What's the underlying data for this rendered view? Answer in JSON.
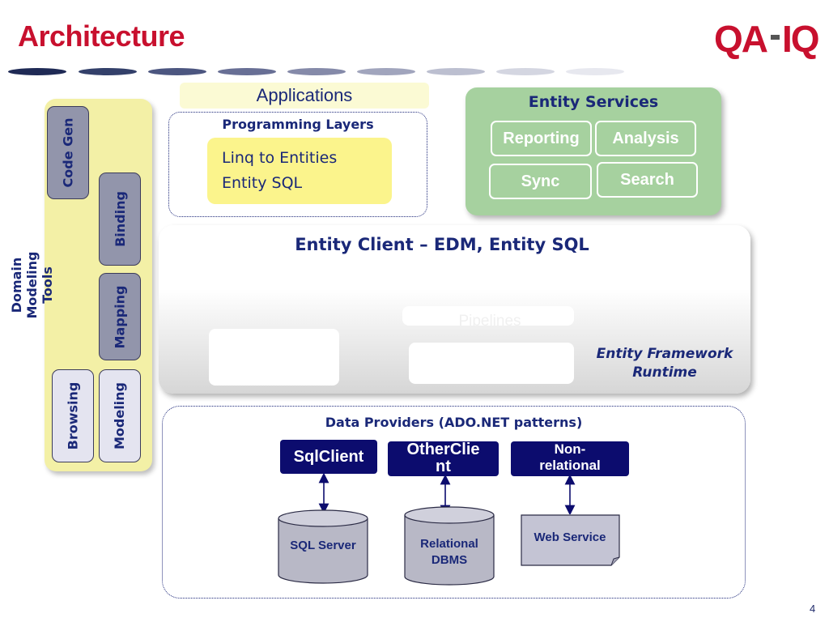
{
  "slide": {
    "title": "Architecture",
    "logo_text": "QA·IQ",
    "page_number": "4"
  },
  "colors": {
    "title_red": "#c8102e",
    "navy_text": "#1a2878",
    "tools_panel": "#f3f0a6",
    "services_green": "#a6d19f",
    "provider_navy": "#0c0c6e"
  },
  "tools": {
    "label_line1": "Domain Modeling",
    "label_line2": "Tools",
    "items": [
      {
        "label": "Code Gen"
      },
      {
        "label": "Binding"
      },
      {
        "label": "Mapping"
      },
      {
        "label": "Browsing"
      },
      {
        "label": "Modeling"
      }
    ]
  },
  "applications": {
    "label": "Applications",
    "programming_layers": {
      "title": "Programming Layers",
      "lines": [
        "Linq to Entities",
        "Entity SQL"
      ]
    }
  },
  "services": {
    "title": "Entity Services",
    "items": [
      {
        "label": "Reporting"
      },
      {
        "label": "Analysis"
      },
      {
        "label": "Sync"
      },
      {
        "label": "Search"
      }
    ]
  },
  "entity_client": {
    "title": "Entity Client – EDM, Entity SQL",
    "pipelines_label": "Pipelines",
    "runtime_line1": "Entity Framework",
    "runtime_line2": "Runtime"
  },
  "data_providers": {
    "title": "Data Providers (ADO.NET patterns)",
    "providers": [
      {
        "label": "SqlClient"
      },
      {
        "label_line1": "OtherClie",
        "label_line2": "nt"
      },
      {
        "label_line1": "Non-",
        "label_line2": "relational"
      }
    ],
    "stores": [
      {
        "label": "SQL Server"
      },
      {
        "label_line1": "Relational",
        "label_line2": "DBMS"
      },
      {
        "label": "Web Service"
      }
    ]
  }
}
